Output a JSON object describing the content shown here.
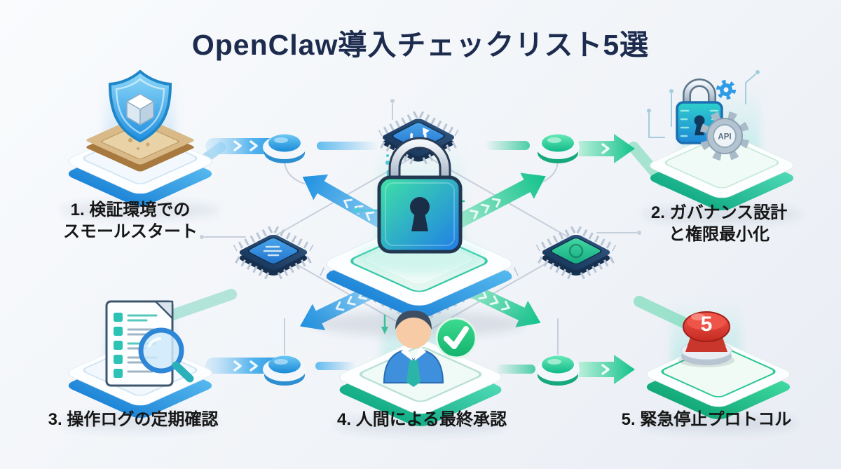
{
  "title": "OpenClaw導入チェックリスト5選",
  "items": [
    {
      "id": 1,
      "icon": "sandbox-shield-icon",
      "lines": [
        "1. 検証環境での",
        "スモールスタート"
      ]
    },
    {
      "id": 2,
      "icon": "api-lock-gear-icon",
      "lines": [
        "2. ガバナンス設計",
        "と権限最小化"
      ]
    },
    {
      "id": 3,
      "icon": "log-document-magnifier-icon",
      "lines": [
        "3. 操作ログの定期確認"
      ]
    },
    {
      "id": 4,
      "icon": "human-approval-check-icon",
      "lines": [
        "4. 人間による最終承認"
      ]
    },
    {
      "id": 5,
      "icon": "emergency-stop-button-icon",
      "lines": [
        "5. 緊急停止プロトコル"
      ]
    }
  ],
  "center_icon": "security-lock-chip-icon",
  "badges": {
    "api_gear_label": "API",
    "emergency_button_number": "5"
  },
  "colors": {
    "title": "#1d2c4e",
    "label_text": "#161616",
    "accent_blue": "#2196e0",
    "accent_green": "#18c48e",
    "accent_teal": "#2ec7b0",
    "alert_red": "#d93a2f",
    "chip_navy": "#1e3a5f",
    "silver": "#b9c6d6",
    "background": "#f1f4f8"
  }
}
